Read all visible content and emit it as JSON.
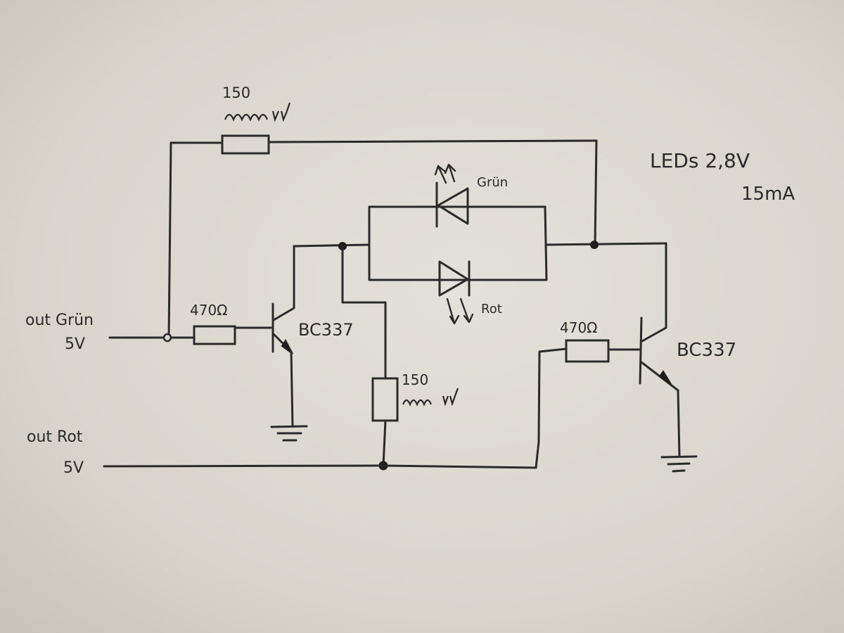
{
  "labels": {
    "top_resistor_value": "150",
    "leds_title": "LEDs 2,8V",
    "leds_current": "15mA",
    "green_led": "Grün",
    "red_led": "Rot",
    "left_base_resistor": "470Ω",
    "left_transistor": "BC337",
    "right_base_resistor": "470Ω",
    "right_transistor": "BC337",
    "middle_resistor_value": "150",
    "out_green": "out Grün",
    "out_green_voltage": "5V",
    "out_red": "out Rot",
    "out_red_voltage": "5V"
  },
  "colors": {
    "paper": "#d9d6cf",
    "ink": "#2a2a2a"
  }
}
